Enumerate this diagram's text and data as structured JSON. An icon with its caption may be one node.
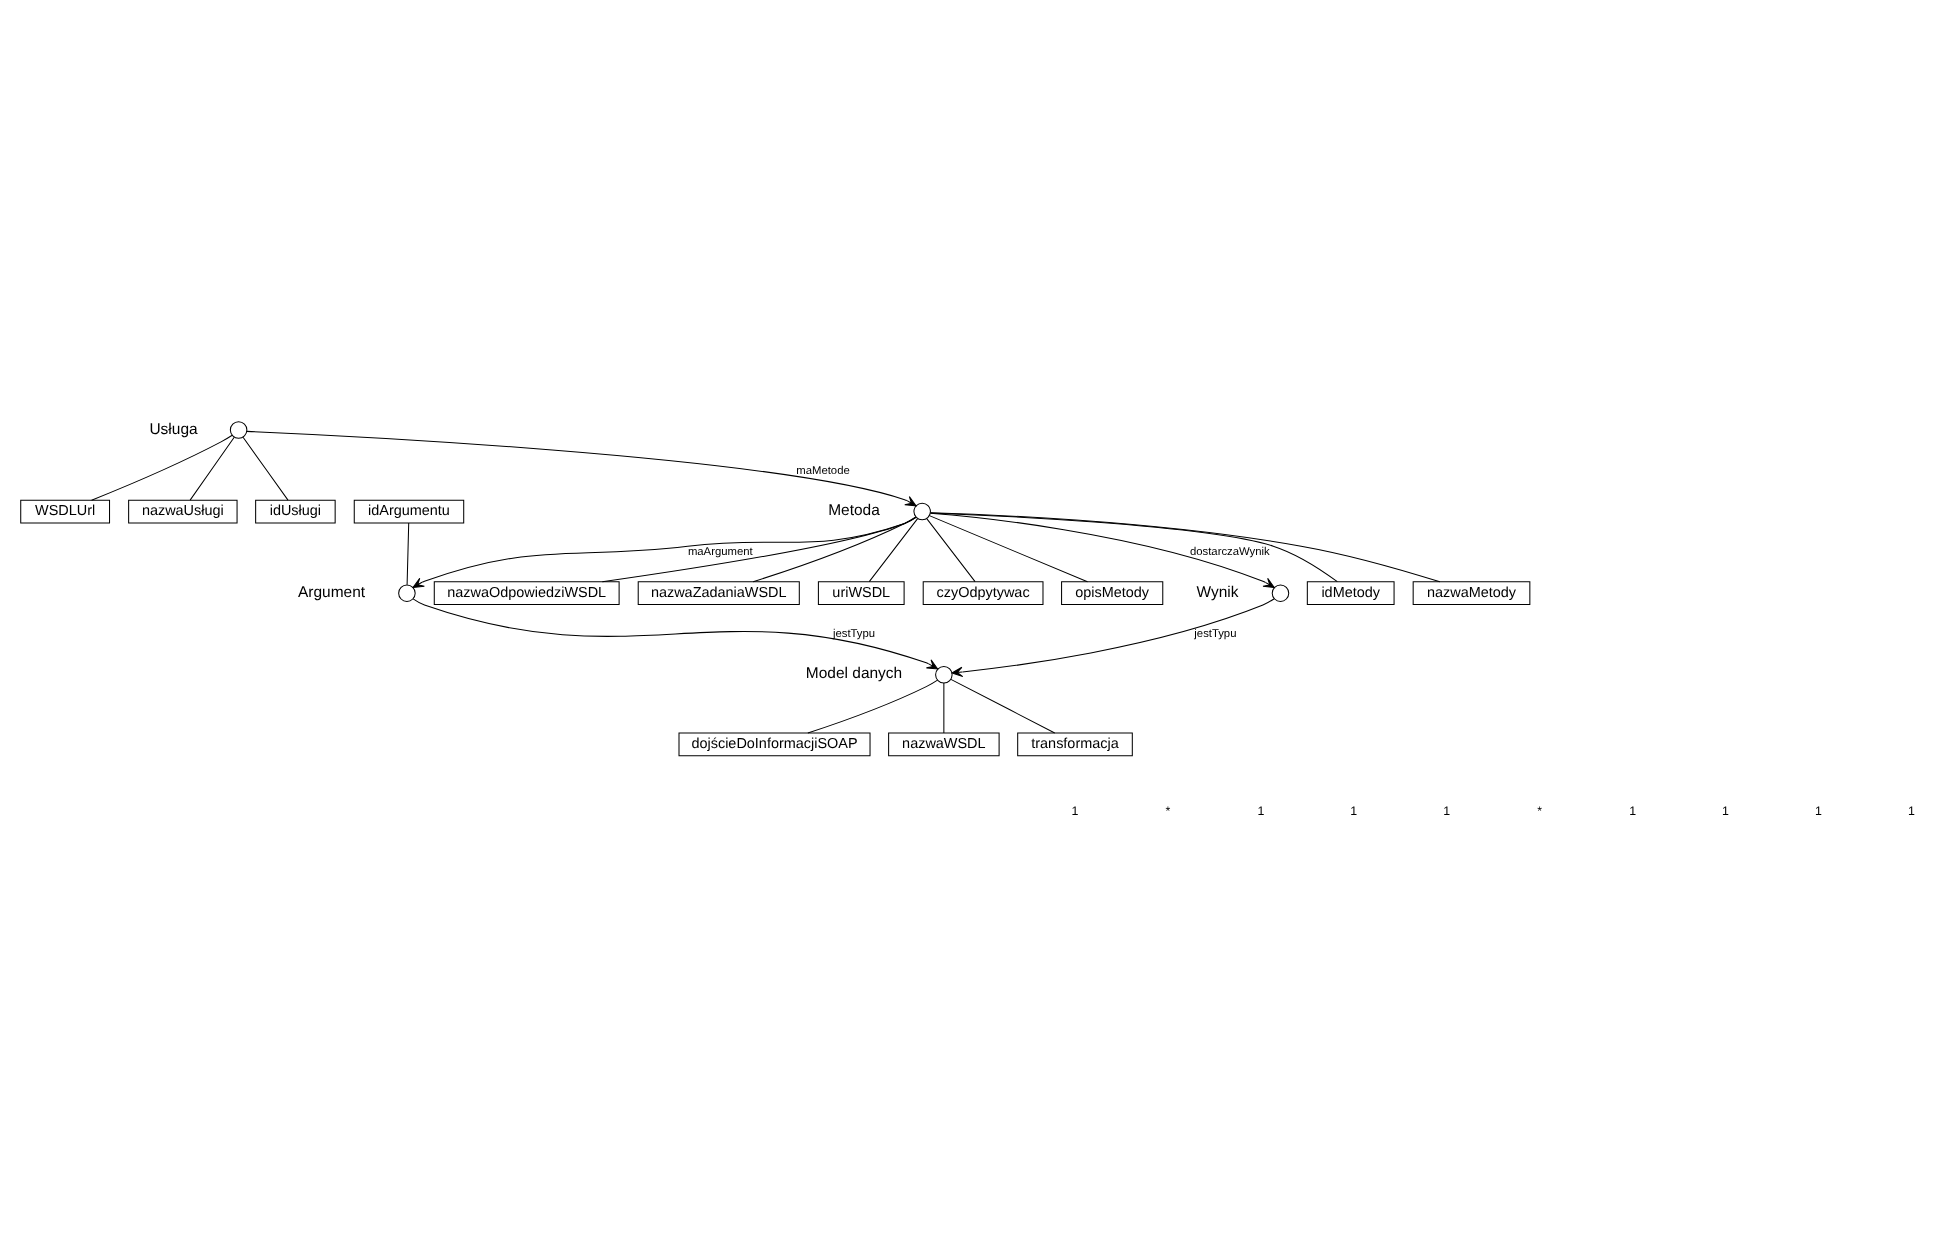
{
  "diagram": {
    "nodes": [
      {
        "text": [
          "WSDLUrl"
        ]
      },
      {
        "text": [
          "nazwaUsługi"
        ]
      },
      {
        "text": [
          "idUsługi"
        ]
      },
      {
        "text": [],
        "shape": "circle",
        "beside": [
          "Usługa"
        ]
      },
      {
        "text": [
          "idMetody"
        ]
      },
      {
        "text": [
          "nazwaMetody"
        ]
      },
      {
        "text": [
          "nazwaOdpowiedziWSDL"
        ]
      },
      {
        "text": [
          "nazwaZadaniaWSDL"
        ]
      },
      {
        "text": [
          "uriWSDL"
        ]
      },
      {
        "text": [],
        "shape": "circle",
        "beside": [
          "Metoda"
        ]
      },
      {
        "text": [
          "czyOdpytywac"
        ]
      },
      {
        "text": [
          "opisMetody"
        ]
      },
      {
        "text": [
          "idArgumentu"
        ]
      },
      {
        "text": [],
        "shape": "circle",
        "beside": [
          "Argument"
        ]
      },
      {
        "text": [],
        "shape": "circle",
        "beside": [
          "Wynik"
        ]
      },
      {
        "text": [
          "dojścieDoInformacjiSOAP"
        ]
      },
      {
        "text": [],
        "shape": "circle",
        "beside": [
          "Model danych"
        ]
      },
      {
        "text": [
          "nazwaWSDL"
        ]
      },
      {
        "text": [
          "transformacja"
        ]
      }
    ],
    "edges": [
      {
        "from": 3,
        "to": 0,
        "arrow": "none"
      },
      {
        "from": 3,
        "to": 1,
        "arrow": "none"
      },
      {
        "from": 3,
        "to": 2,
        "arrow": "none"
      },
      {
        "from": 3,
        "to": 9,
        "arrow": "to",
        "label": "maMetode"
      },
      {
        "from": 9,
        "to": 4,
        "arrow": "none"
      },
      {
        "from": 9,
        "to": 5,
        "arrow": "none"
      },
      {
        "from": 9,
        "to": 6,
        "arrow": "none"
      },
      {
        "from": 9,
        "to": 7,
        "arrow": "none"
      },
      {
        "from": 9,
        "to": 8,
        "arrow": "none"
      },
      {
        "from": 9,
        "to": 10,
        "arrow": "none"
      },
      {
        "from": 9,
        "to": 11,
        "arrow": "none"
      },
      {
        "from": 9,
        "to": 13,
        "arrow": "to",
        "label": "maArgument"
      },
      {
        "from": 9,
        "to": 14,
        "arrow": "to",
        "label": "dostarczaWynik"
      },
      {
        "from": 12,
        "to": 13,
        "arrow": "none"
      },
      {
        "from": 13,
        "to": 16,
        "arrow": "to",
        "label": "jestTypu"
      },
      {
        "from": 14,
        "to": 16,
        "arrow": "to",
        "label": "jestTypu"
      },
      {
        "from": 16,
        "to": 15,
        "arrow": "none"
      },
      {
        "from": 16,
        "to": 17,
        "arrow": "none"
      },
      {
        "from": 16,
        "to": 18,
        "arrow": "none"
      }
    ],
    "labels": [
      "1",
      "*",
      "1",
      "1",
      "1",
      "*",
      "1",
      "1",
      "1",
      "1"
    ]
  }
}
